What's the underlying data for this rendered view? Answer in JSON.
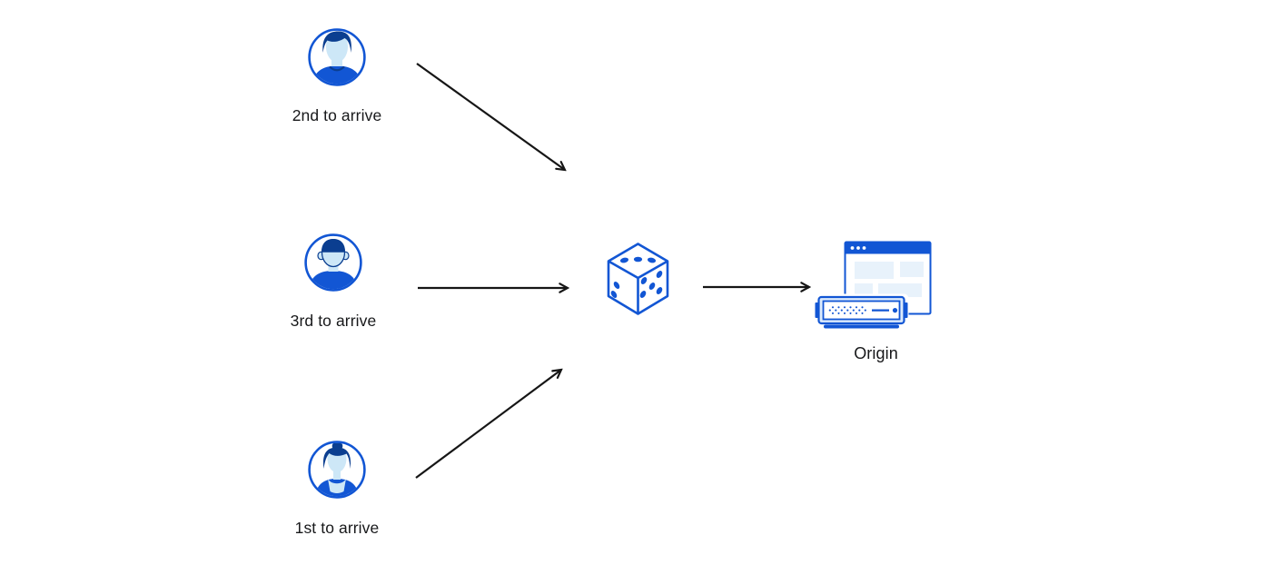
{
  "canvas": {
    "background": "#ffffff"
  },
  "colors": {
    "accent_blue": "#1256d4",
    "dark_navy": "#0b3e90",
    "face_blue": "#cde7f7",
    "pale_blue": "#e8f2fb",
    "server_fill": "#dbeafc",
    "arrow_black": "#161616",
    "text_black": "#17181a"
  },
  "nodes": {
    "client_second": {
      "label": "2nd to arrive",
      "icon": "man-avatar-icon"
    },
    "client_third": {
      "label": "3rd to arrive",
      "icon": "man-avatar-icon"
    },
    "client_first": {
      "label": "1st to arrive",
      "icon": "woman-avatar-icon"
    },
    "selector": {
      "icon": "dice-icon"
    },
    "origin": {
      "label": "Origin",
      "icon": "origin-server-icon"
    }
  },
  "edges": [
    {
      "from": "client_second",
      "to": "selector"
    },
    {
      "from": "client_third",
      "to": "selector"
    },
    {
      "from": "client_first",
      "to": "selector"
    },
    {
      "from": "selector",
      "to": "origin"
    }
  ]
}
